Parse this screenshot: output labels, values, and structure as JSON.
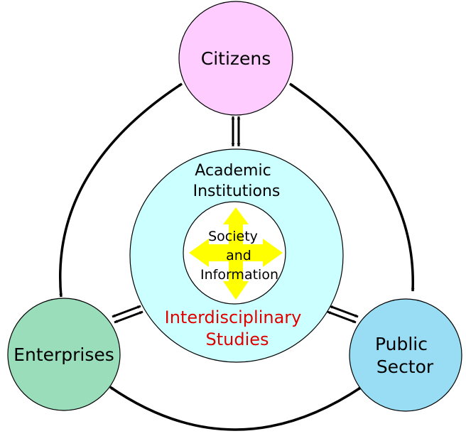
{
  "nodes": {
    "citizens": {
      "label": "Citizens",
      "color": "#ffccff"
    },
    "enterprises": {
      "label": "Enterprises",
      "color": "#99ddbb"
    },
    "public_sector": {
      "line1": "Public",
      "line2": "Sector",
      "color": "#99ddf4"
    },
    "academic": {
      "line1": "Academic",
      "line2": "Institutions",
      "color": "#ccffff",
      "sub_line1": "Interdisciplinary",
      "sub_line2": "Studies",
      "sub_color": "#e00000"
    },
    "core": {
      "line1": "Society",
      "line2": "and",
      "line3": "Information",
      "arrow_color": "#ffff00"
    }
  }
}
